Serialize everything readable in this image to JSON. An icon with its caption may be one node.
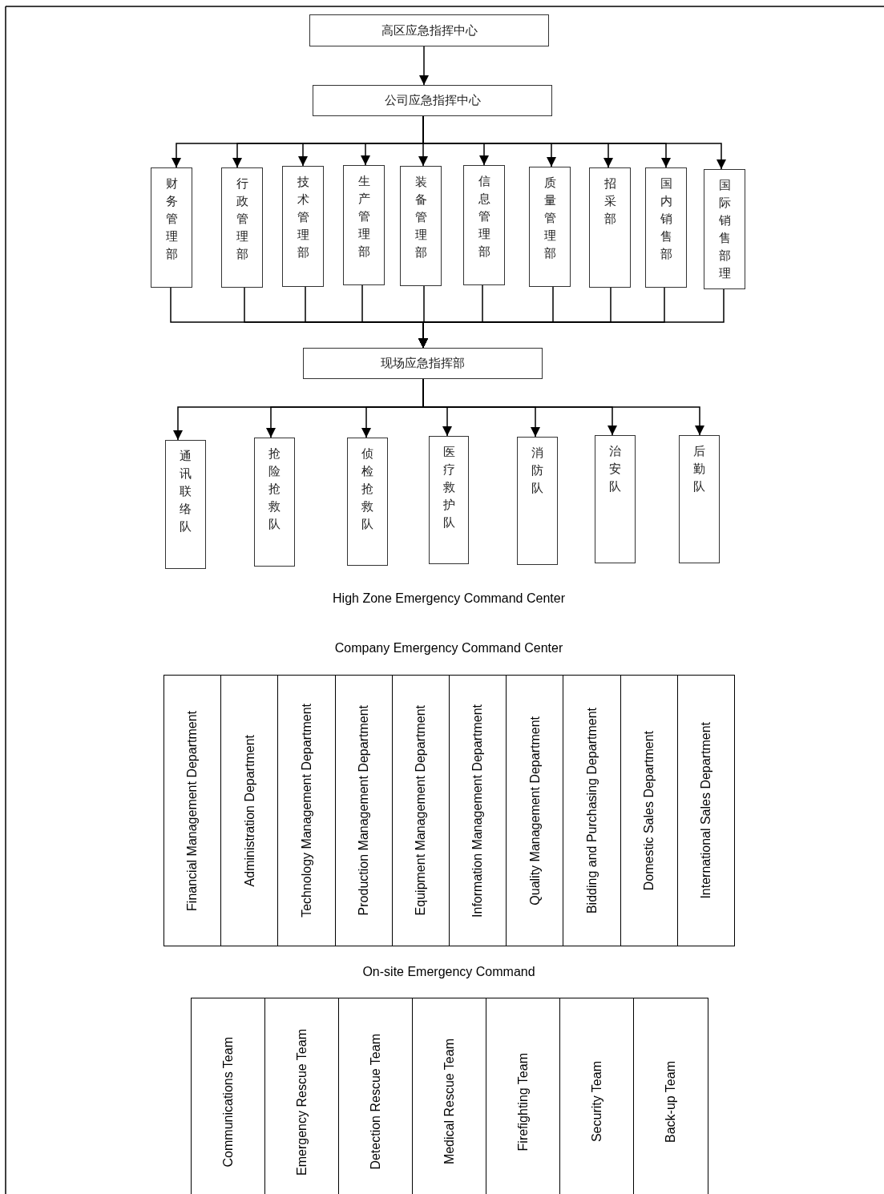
{
  "diagram": {
    "nodes": [
      {
        "text": [
          "高区应急指挥中心"
        ]
      },
      {
        "text": [
          "公司应急指挥中心"
        ]
      },
      {
        "text": [
          "财务管理部"
        ]
      },
      {
        "text": [
          "行政管理部"
        ]
      },
      {
        "text": [
          "技术管理部"
        ]
      },
      {
        "text": [
          "生产管理部"
        ]
      },
      {
        "text": [
          "装备管理部"
        ]
      },
      {
        "text": [
          "信息管理部"
        ]
      },
      {
        "text": [
          "质量管理部"
        ]
      },
      {
        "text": [
          "招采部"
        ]
      },
      {
        "text": [
          "国内销售部"
        ]
      },
      {
        "text": [
          "国际销售部理"
        ]
      },
      {
        "text": [
          "现场应急指挥部"
        ]
      },
      {
        "text": [
          "通讯联络队"
        ]
      },
      {
        "text": [
          "抢险抢救队"
        ]
      },
      {
        "text": [
          "侦检抢救队"
        ]
      },
      {
        "text": [
          "医疗救护队"
        ]
      },
      {
        "text": [
          "消防队"
        ]
      },
      {
        "text": [
          "治安队"
        ]
      },
      {
        "text": [
          "后勤队"
        ]
      }
    ],
    "edges": [
      {
        "from": 0,
        "to": 1,
        "arrow": "to"
      },
      {
        "from": 1,
        "to": 2,
        "arrow": "to"
      },
      {
        "from": 1,
        "to": 3,
        "arrow": "to"
      },
      {
        "from": 1,
        "to": 4,
        "arrow": "to"
      },
      {
        "from": 1,
        "to": 5,
        "arrow": "to"
      },
      {
        "from": 1,
        "to": 6,
        "arrow": "to"
      },
      {
        "from": 1,
        "to": 7,
        "arrow": "to"
      },
      {
        "from": 1,
        "to": 8,
        "arrow": "to"
      },
      {
        "from": 1,
        "to": 9,
        "arrow": "to"
      },
      {
        "from": 1,
        "to": 10,
        "arrow": "to"
      },
      {
        "from": 1,
        "to": 11,
        "arrow": "to"
      },
      {
        "from": 2,
        "to": 12,
        "arrow": "to"
      },
      {
        "from": 3,
        "to": 12,
        "arrow": "to"
      },
      {
        "from": 4,
        "to": 12,
        "arrow": "to"
      },
      {
        "from": 5,
        "to": 12,
        "arrow": "to"
      },
      {
        "from": 6,
        "to": 12,
        "arrow": "to"
      },
      {
        "from": 7,
        "to": 12,
        "arrow": "to"
      },
      {
        "from": 8,
        "to": 12,
        "arrow": "to"
      },
      {
        "from": 9,
        "to": 12,
        "arrow": "to"
      },
      {
        "from": 10,
        "to": 12,
        "arrow": "to"
      },
      {
        "from": 11,
        "to": 12,
        "arrow": "to"
      },
      {
        "from": 12,
        "to": 13,
        "arrow": "to"
      },
      {
        "from": 12,
        "to": 14,
        "arrow": "to"
      },
      {
        "from": 12,
        "to": 15,
        "arrow": "to"
      },
      {
        "from": 12,
        "to": 16,
        "arrow": "to"
      },
      {
        "from": 12,
        "to": 17,
        "arrow": "to"
      },
      {
        "from": 12,
        "to": 18,
        "arrow": "to"
      },
      {
        "from": 12,
        "to": 19,
        "arrow": "to"
      }
    ],
    "labels": [
      "High Zone Emergency Command Center",
      "Company Emergency Command Center",
      "Financial Management Department",
      "Administration Department",
      "Technology Management Department",
      "Production Management Department",
      "Equipment Management Department",
      "Information Management Department",
      "Quality Management Department",
      "Bidding and Purchasing Department",
      "Domestic Sales Department",
      "International Sales Department",
      "On-site Emergency Command",
      "Communications Team",
      "Emergency Rescue Team",
      "Detection Rescue Team",
      "Medical Rescue Team",
      "Firefighting Team",
      "Security Team",
      "Back-up Team"
    ]
  }
}
